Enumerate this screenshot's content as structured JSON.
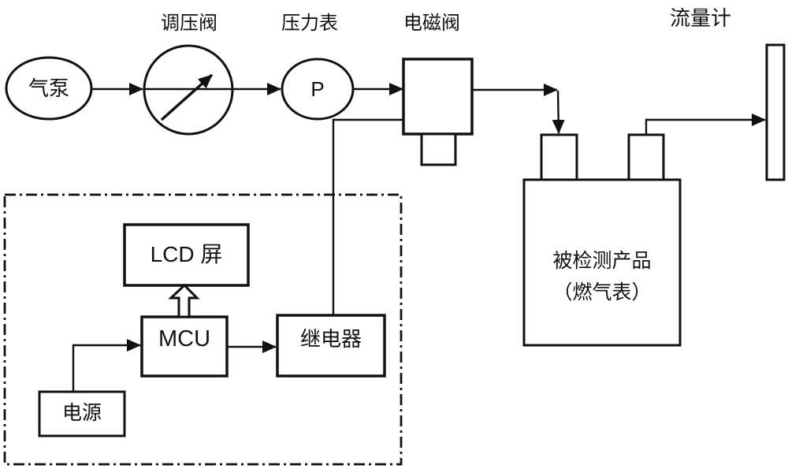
{
  "figure": {
    "background": "#ffffff",
    "stroke_color": "#111111",
    "nodes": {
      "air_pump": {
        "label": "气泵",
        "shape": "ellipse"
      },
      "regulator_valve": {
        "label": "调压阀",
        "shape": "circle-with-diagonal-arrow"
      },
      "pressure_gauge": {
        "label": "压力表",
        "symbol": "P",
        "shape": "circle"
      },
      "solenoid_valve": {
        "label": "电磁阀",
        "shape": "rect-with-bottom-stub"
      },
      "product_under_test": {
        "label_line1": "被检测产品",
        "label_line2": "（燃气表）",
        "shape": "rect-with-two-top-ports"
      },
      "flow_meter": {
        "label": "流量计",
        "shape": "tall-narrow-rect"
      },
      "lcd_screen": {
        "label": "LCD 屏"
      },
      "mcu": {
        "label": "MCU"
      },
      "relay": {
        "label": "继电器"
      },
      "power_supply": {
        "label": "电源"
      }
    },
    "control_box": {
      "border_style": "dash-dot"
    },
    "edges": [
      {
        "from": "air_pump",
        "to": "regulator_valve",
        "style": "arrow"
      },
      {
        "from": "regulator_valve",
        "to": "pressure_gauge",
        "style": "arrow"
      },
      {
        "from": "pressure_gauge",
        "to": "solenoid_valve",
        "style": "arrow"
      },
      {
        "from": "solenoid_valve",
        "to": "product_under_test_port1",
        "style": "arrow-right-then-down"
      },
      {
        "from": "product_under_test_port2",
        "to": "flow_meter",
        "style": "arrow-up-then-right"
      },
      {
        "from": "relay",
        "to": "solenoid_valve",
        "style": "arrow-up-then-right"
      },
      {
        "from": "power_supply",
        "to": "mcu",
        "style": "arrow-up-then-right"
      },
      {
        "from": "mcu",
        "to": "relay",
        "style": "arrow"
      },
      {
        "from": "mcu",
        "to": "lcd_screen",
        "style": "hollow-double-line-arrow"
      }
    ]
  }
}
